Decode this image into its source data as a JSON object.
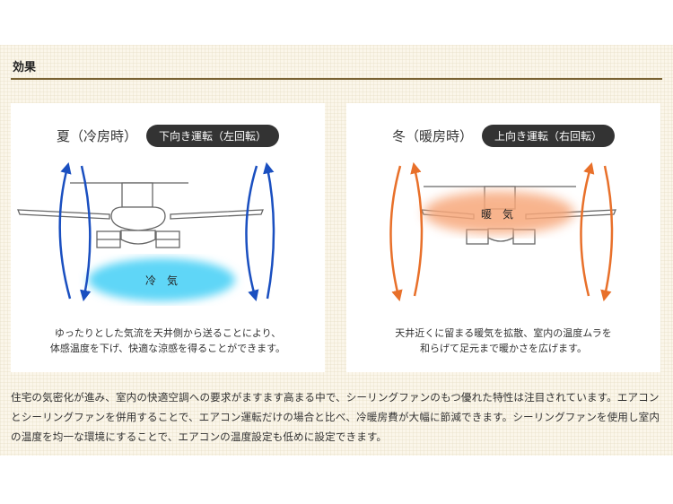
{
  "section": {
    "heading": "効果"
  },
  "summer": {
    "season": "夏（冷房時）",
    "mode": "下向き運転（左回転）",
    "air_label": "冷　気",
    "caption_lines": [
      "ゆったりとした気流を天井側から送ることにより、",
      "体感温度を下げ、快適な涼感を得ることができます。"
    ],
    "color": "#1a4fc0",
    "air_color": "#5fd6f7"
  },
  "winter": {
    "season": "冬（暖房時）",
    "mode": "上向き運転（右回転）",
    "air_label": "暖　気",
    "caption_lines": [
      "天井近くに留まる暖気を拡散、室内の温度ムラを",
      "和らげて足元まで暖かさを広げます。"
    ],
    "color": "#e8702a",
    "air_color": "#f7a77a"
  },
  "description": "住宅の気密化が進み、室内の快適空調への要求がますます高まる中で、シーリングファンのもつ優れた特性は注目されています。エアコンとシーリングファンを併用することで、エアコン運転だけの場合と比べ、冷暖房費が大幅に節減できます。シーリングファンを使用し室内の温度を均一な環境にすることで、エアコンの温度設定も低めに設定できます。"
}
